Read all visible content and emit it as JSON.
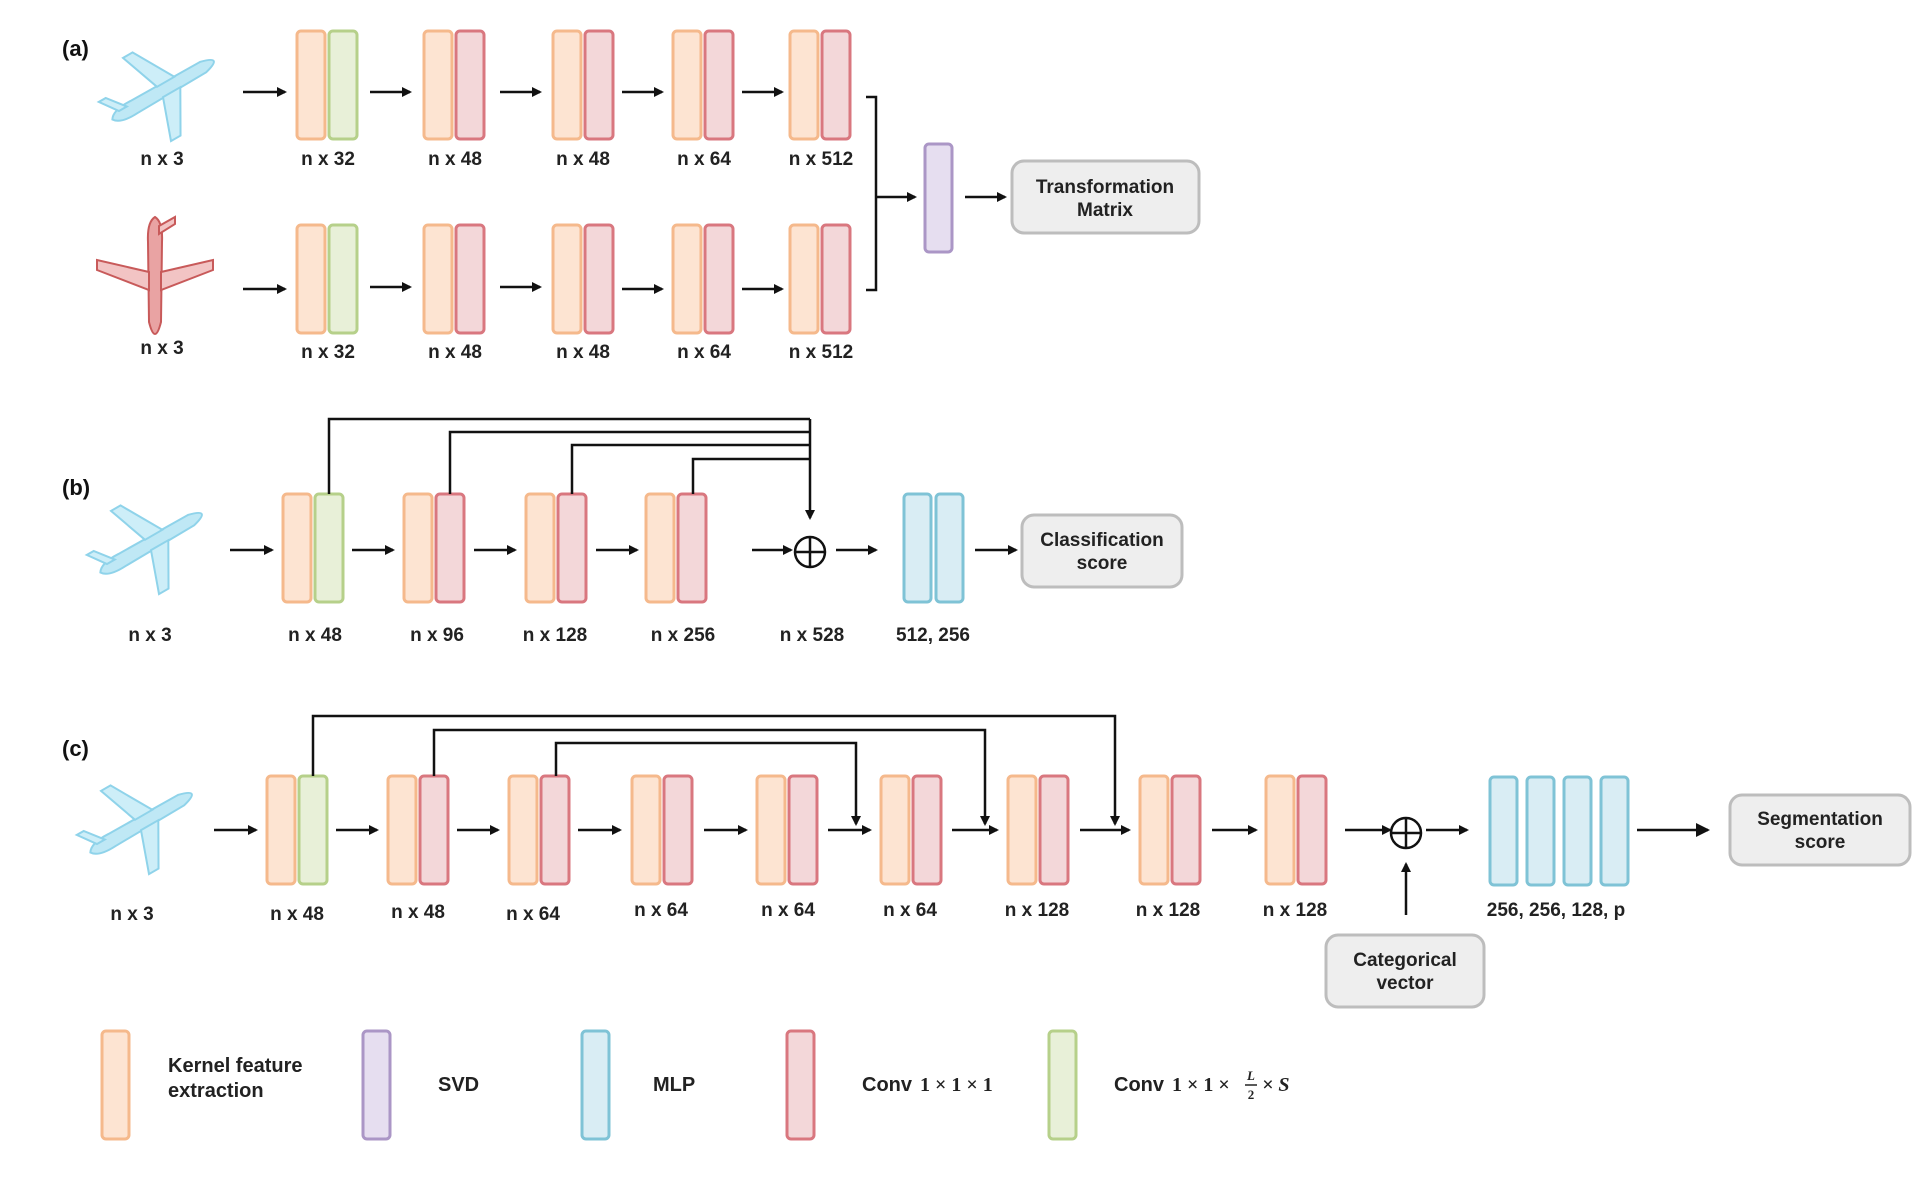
{
  "colors": {
    "kernel_fill": "#fde4d2",
    "kernel_stroke": "#f5b98c",
    "conv111_fill": "#f3d7d9",
    "conv111_stroke": "#d9777f",
    "convS_fill": "#e8f0d8",
    "convS_stroke": "#b6d08a",
    "mlp_fill": "#d9edf4",
    "mlp_stroke": "#7fc3d6",
    "svd_fill": "#e6def0",
    "svd_stroke": "#ab96c6",
    "box_fill": "#eeeeee",
    "box_stroke": "#bdbdbd",
    "airplane_cyan": "#8fd3ea",
    "airplane_red": "#c85a5a"
  },
  "panels": {
    "a": {
      "tag": "(a)",
      "row1_labels": [
        "n x 3",
        "n x 32",
        "n x 48",
        "n x 48",
        "n x 64",
        "n x 512"
      ],
      "row2_labels": [
        "n x 3",
        "n x 32",
        "n x 48",
        "n x 48",
        "n x 64",
        "n x 512"
      ],
      "output_box": [
        "Transformation",
        "Matrix"
      ]
    },
    "b": {
      "tag": "(b)",
      "labels": [
        "n x 3",
        "n x 48",
        "n x 96",
        "n x 128",
        "n x 256",
        "n x 528",
        "512, 256"
      ],
      "output_box": [
        "Classification",
        "score"
      ]
    },
    "c": {
      "tag": "(c)",
      "labels": [
        "n x 3",
        "n x 48",
        "n x 48",
        "n x 64",
        "n x 64",
        "n x 64",
        "n x 64",
        "n x 128",
        "n x 128",
        "n x 128",
        "256, 256, 128, p"
      ],
      "output_box": [
        "Segmentation",
        "score"
      ],
      "side_box": [
        "Categorical",
        "vector"
      ]
    }
  },
  "legend": {
    "kernel": [
      "Kernel feature",
      "extraction"
    ],
    "svd": "SVD",
    "mlp": "MLP",
    "conv111": "Conv",
    "conv111_math": "1 × 1 × 1",
    "convS": "Conv",
    "convS_math_a": "1 × 1 ×",
    "convS_frac_num": "L",
    "convS_frac_den": "2",
    "convS_math_b": "× S"
  }
}
